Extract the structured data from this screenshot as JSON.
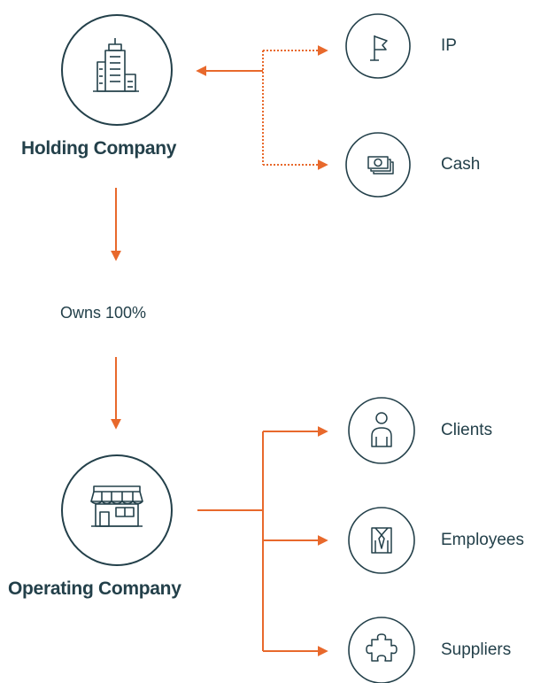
{
  "colors": {
    "outline": "#23404a",
    "arrow": "#e8692c",
    "background": "#ffffff"
  },
  "holding": {
    "label": "Holding Company",
    "icon": "office-building-icon"
  },
  "ownership": {
    "label": "Owns 100%"
  },
  "operating": {
    "label": "Operating Company",
    "icon": "storefront-icon"
  },
  "holding_assets": [
    {
      "label": "IP",
      "icon": "flag-icon"
    },
    {
      "label": "Cash",
      "icon": "cash-icon"
    }
  ],
  "operating_relations": [
    {
      "label": "Clients",
      "icon": "person-icon"
    },
    {
      "label": "Employees",
      "icon": "shirt-tie-icon"
    },
    {
      "label": "Suppliers",
      "icon": "puzzle-piece-icon"
    }
  ]
}
